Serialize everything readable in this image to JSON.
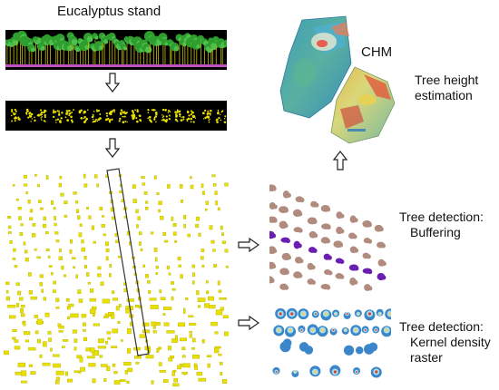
{
  "labels": {
    "stand": "Eucalyptus stand",
    "chm": "CHM",
    "height_line1": "Tree height",
    "height_line2": "estimation",
    "buffer_line1": "Tree detection:",
    "buffer_line2": "Buffering",
    "kde_line1": "Tree detection:",
    "kde_line2": "Kernel density",
    "kde_line3": "raster"
  },
  "colors": {
    "canopy_green": "#2e9e2e",
    "point_yellow": "#e8e000",
    "buffer_brown": "#b08b7e",
    "buffer_purple": "#6a1fb0",
    "kde_blue": "#3a86c8",
    "chm_teal": "#4aa3a0",
    "chm_red": "#e0402a"
  },
  "icons": {
    "arrow_down": "hollow-arrow-down-icon",
    "arrow_right": "hollow-arrow-right-icon",
    "arrow_up": "hollow-arrow-up-icon"
  }
}
